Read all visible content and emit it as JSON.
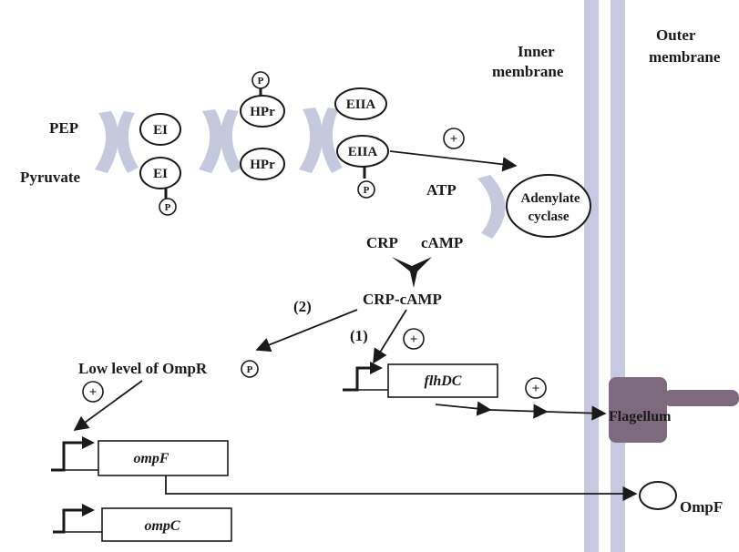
{
  "colors": {
    "membrane": "#c9c8e2",
    "flagellum": "#7d6a7c",
    "arrow_swirl": "#c6c9dd",
    "ink": "#1a1a1a"
  },
  "membranes": {
    "inner_label_1": "Inner",
    "inner_label_2": "membrane",
    "outer_label_1": "Outer",
    "outer_label_2": "membrane"
  },
  "pts": {
    "pep": "PEP",
    "pyruvate": "Pyruvate",
    "ei_top": "EI",
    "ei_bottom": "EI",
    "hpr_top": "HPr",
    "hpr_bottom": "HPr",
    "eiia_top": "EIIA",
    "eiia_bottom": "EIIA",
    "phospho": "P"
  },
  "cyclase": {
    "atp": "ATP",
    "camp": "cAMP",
    "enzyme_line1": "Adenylate",
    "enzyme_line2": "cyclase"
  },
  "regulation": {
    "crp": "CRP",
    "crp_camp": "CRP-cAMP",
    "path_1": "(1)",
    "path_2": "(2)",
    "low_level": "Low level of OmpR",
    "plus": "+"
  },
  "genes": {
    "flhdc": "flhDC",
    "ompf": "ompF",
    "ompc": "ompC"
  },
  "outputs": {
    "flagellum": "Flagellum",
    "ompf_protein": "OmpF"
  }
}
